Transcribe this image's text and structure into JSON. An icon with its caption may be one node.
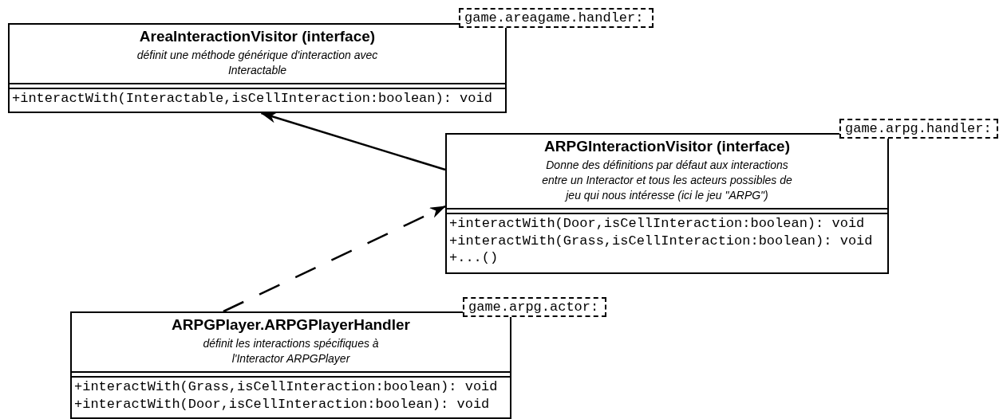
{
  "diagram": {
    "nodes": [
      {
        "text": [
          "game.areagame.handler:"
        ]
      },
      {
        "text": [
          "AreaInteractionVisitor (interface)",
          "définit une méthode générique d'interaction avec Interactable",
          "+interactWith(Interactable,isCellInteraction:boolean): void"
        ]
      },
      {
        "text": [
          "game.arpg.handler:"
        ]
      },
      {
        "text": [
          "ARPGInteractionVisitor (interface)",
          "Donne des définitions par défaut aux interactions entre un Interactor et tous les acteurs possibles de jeu qui nous intéresse (ici le jeu \"ARPG\")",
          "+interactWith(Door,isCellInteraction:boolean): void",
          "+interactWith(Grass,isCellInteraction:boolean): void",
          "+...()"
        ]
      },
      {
        "text": [
          "game.arpg.actor:"
        ]
      },
      {
        "text": [
          "ARPGPlayer.ARPGPlayerHandler",
          "définit les interactions spécifiques à l'Interactor ARPGPlayer",
          "+interactWith(Grass,isCellInteraction:boolean): void",
          "+interactWith(Door,isCellInteraction:boolean): void"
        ]
      }
    ],
    "edges": [
      {
        "from": 3,
        "to": 1,
        "arrow": "to"
      },
      {
        "from": 5,
        "to": 3,
        "arrow": "to",
        "style": "dashed"
      }
    ]
  }
}
